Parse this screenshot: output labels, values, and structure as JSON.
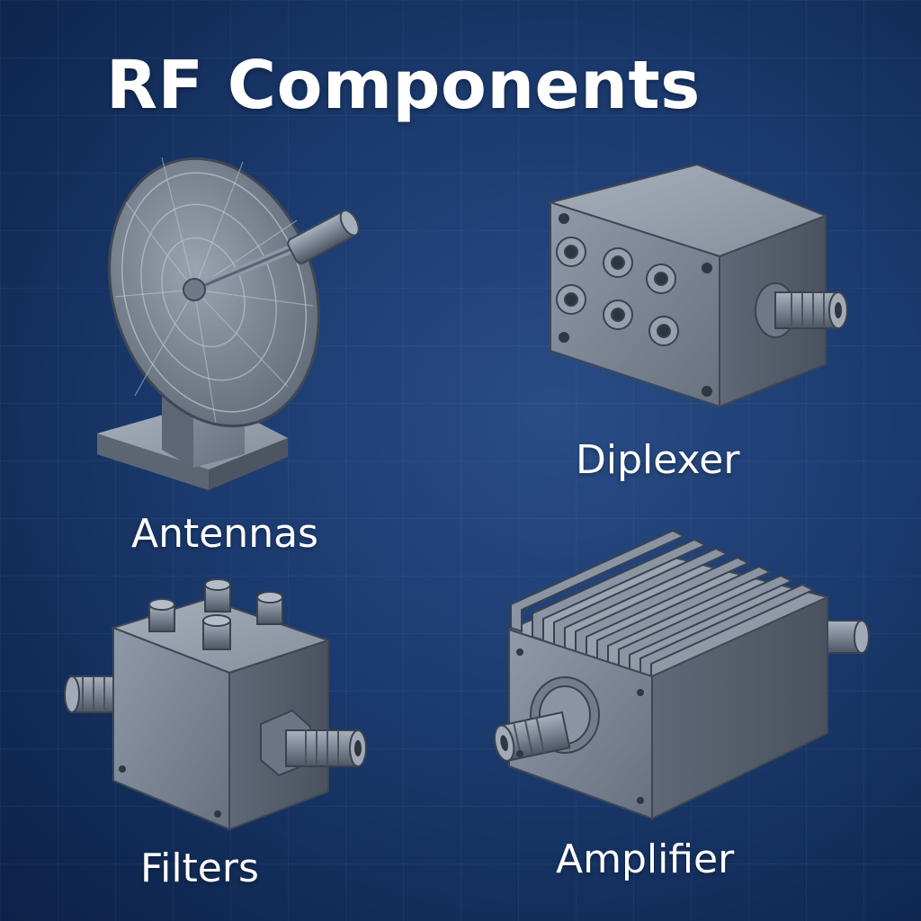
{
  "title": "RF Components",
  "labels": {
    "antennas": "Antennas",
    "diplexer": "Diplexer",
    "filters": "Filters",
    "amplifier": "Amplifier"
  },
  "colors": {
    "background": "#1b3a6e",
    "metal_light": "#8e98a6",
    "metal_mid": "#6f7a89",
    "metal_dark": "#4d5665",
    "text": "#ffffff"
  }
}
